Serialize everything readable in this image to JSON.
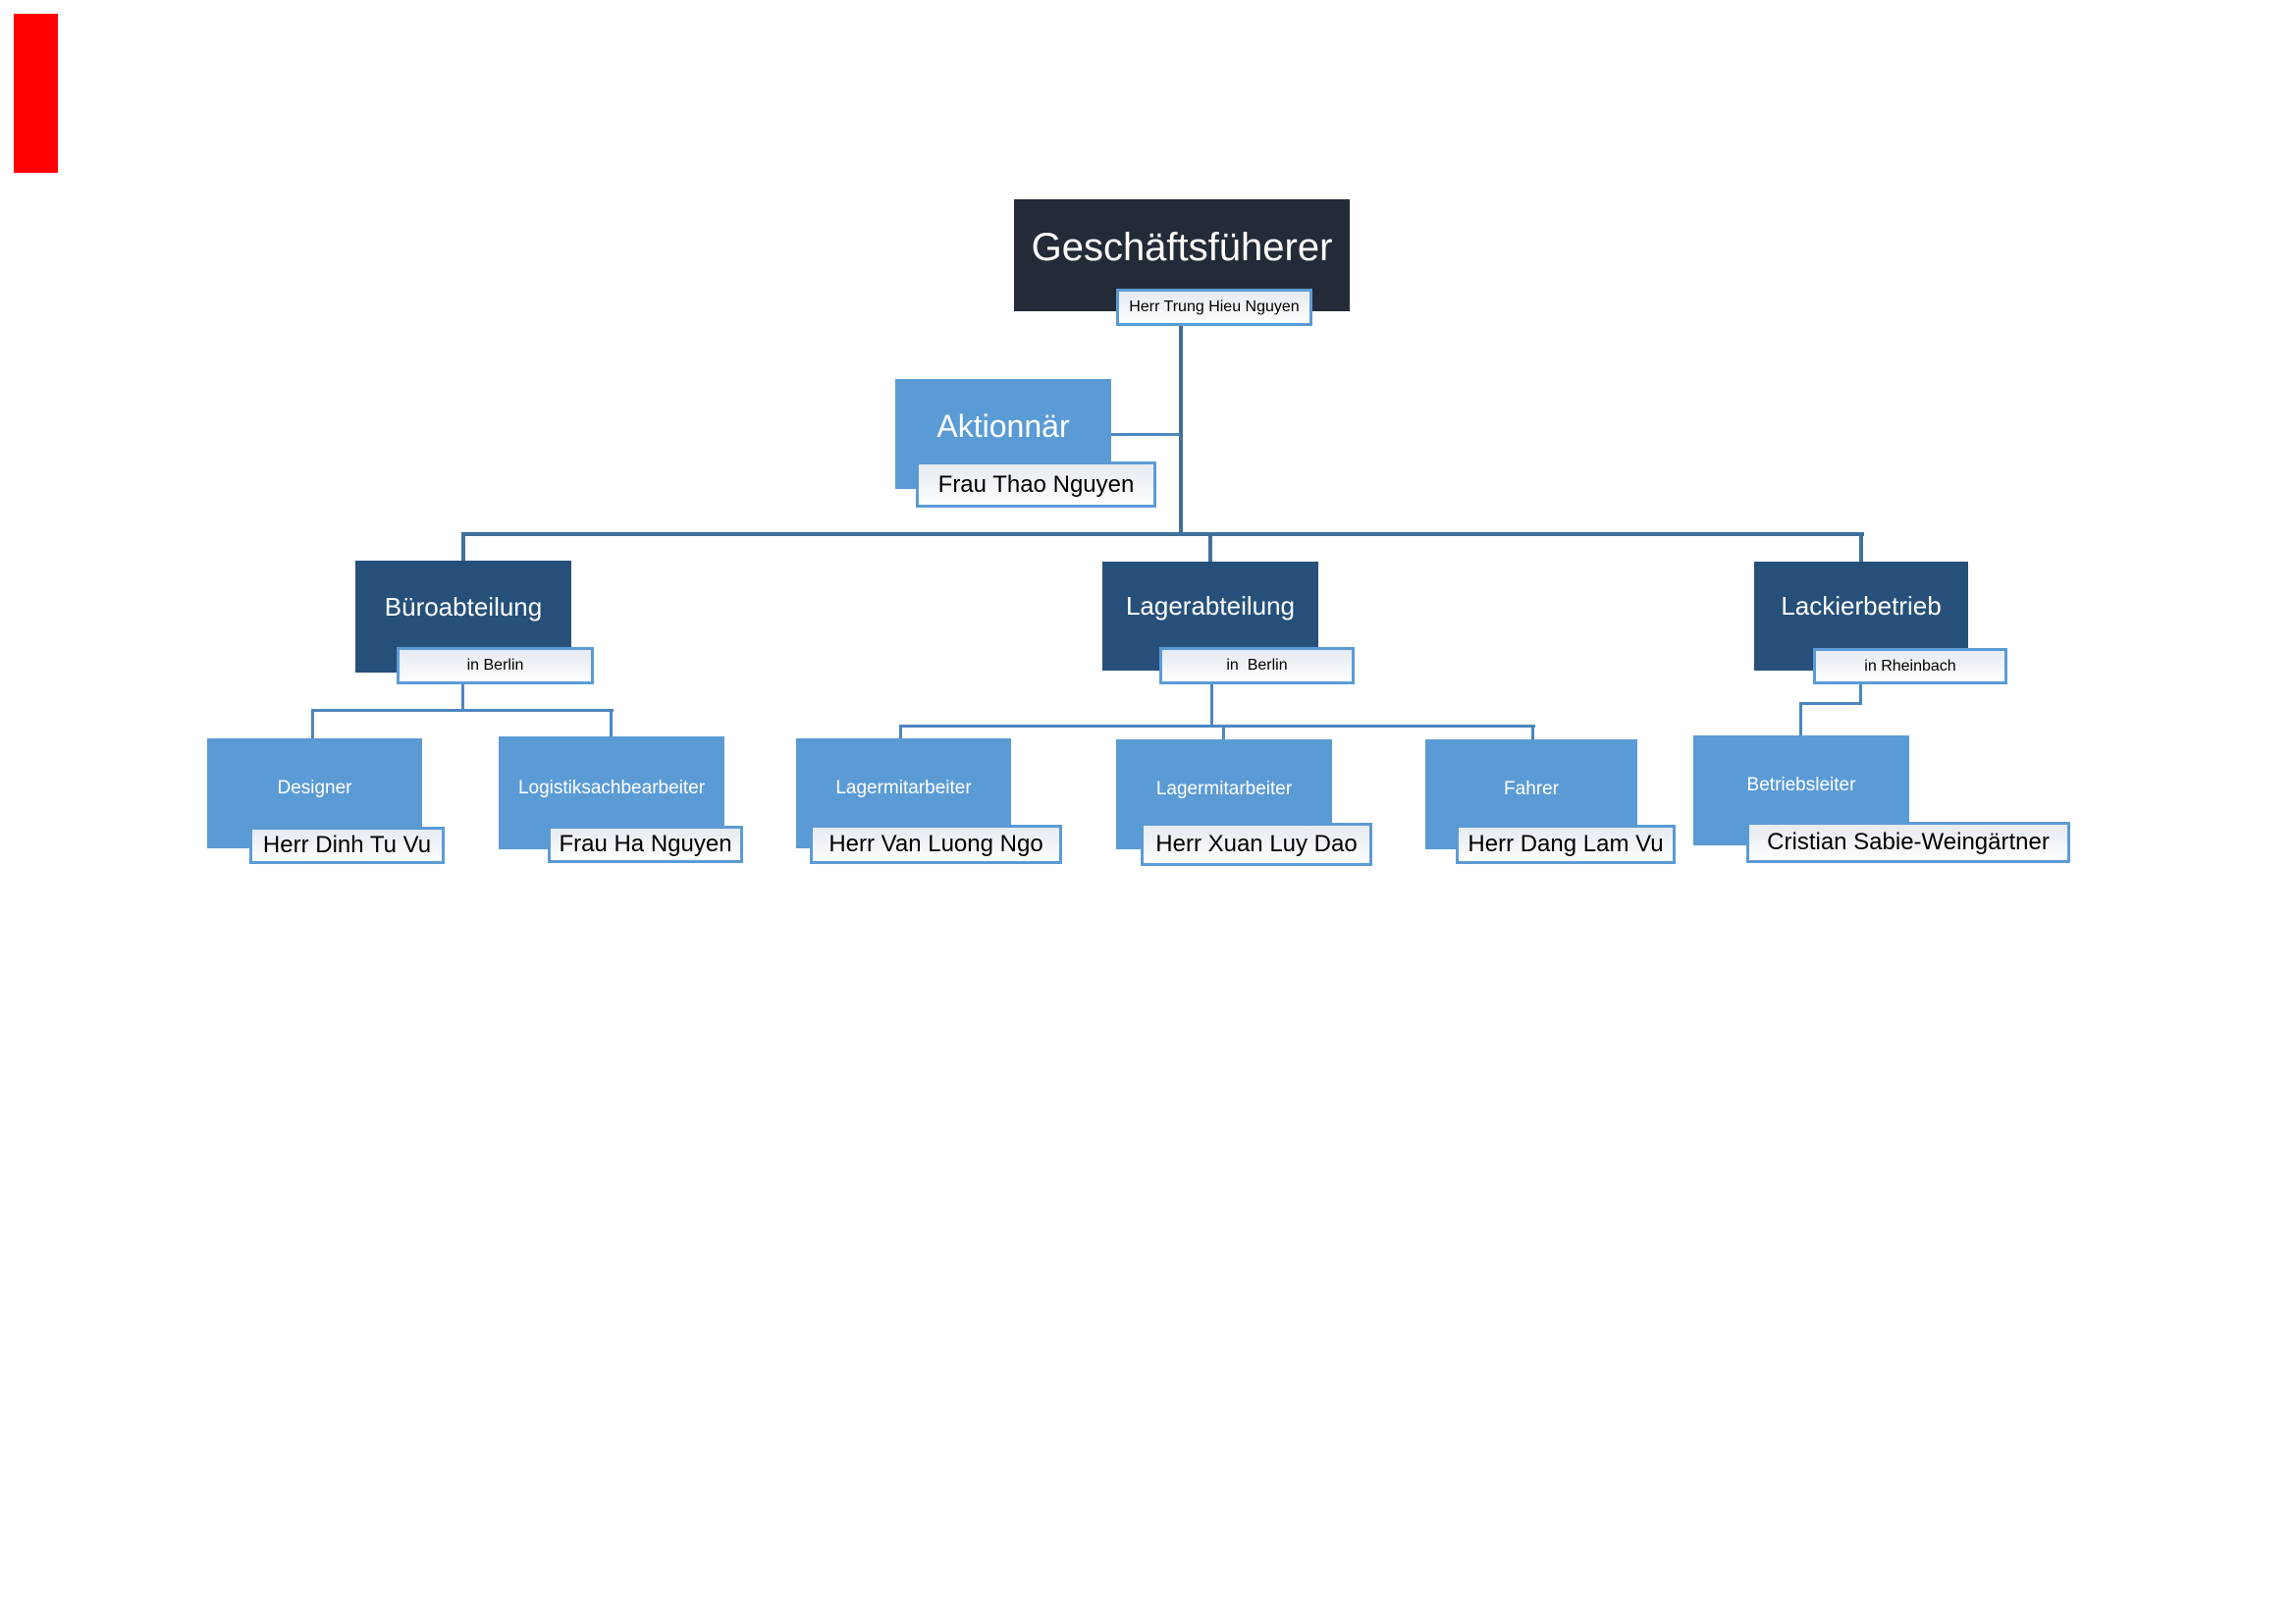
{
  "org_chart": {
    "colors": {
      "ceo_box": "#232b38",
      "department_box": "#26507a",
      "role_box": "#5b9bd5",
      "label_border": "#5b9bd5",
      "connector": "#4e86bf",
      "corner_marker": "#ff0000"
    },
    "nodes": [
      {
        "title": "Geschäftsfüherer",
        "label": "Herr Trung Hieu Nguyen",
        "parent": null
      },
      {
        "title": "Aktionnär",
        "label": "Frau Thao Nguyen",
        "parent": "Geschäftsfüherer"
      },
      {
        "title": "Büroabteilung",
        "label": "in Berlin",
        "parent": "Geschäftsfüherer"
      },
      {
        "title": "Lagerabteilung",
        "label": "in  Berlin",
        "parent": "Geschäftsfüherer"
      },
      {
        "title": "Lackierbetrieb",
        "label": "in Rheinbach",
        "parent": "Geschäftsfüherer"
      },
      {
        "title": "Designer",
        "label": "Herr Dinh Tu Vu",
        "parent": "Büroabteilung"
      },
      {
        "title": "Logistiksachbearbeiter",
        "label": "Frau Ha Nguyen",
        "parent": "Büroabteilung"
      },
      {
        "title": "Lagermitarbeiter",
        "label": "Herr Van Luong Ngo",
        "parent": "Lagerabteilung"
      },
      {
        "title": "Lagermitarbeiter",
        "label": "Herr Xuan Luy Dao",
        "parent": "Lagerabteilung"
      },
      {
        "title": "Fahrer",
        "label": "Herr Dang Lam Vu",
        "parent": "Lagerabteilung"
      },
      {
        "title": "Betriebsleiter",
        "label": "Cristian Sabie-Weingärtner",
        "parent": "Lackierbetrieb"
      }
    ]
  }
}
